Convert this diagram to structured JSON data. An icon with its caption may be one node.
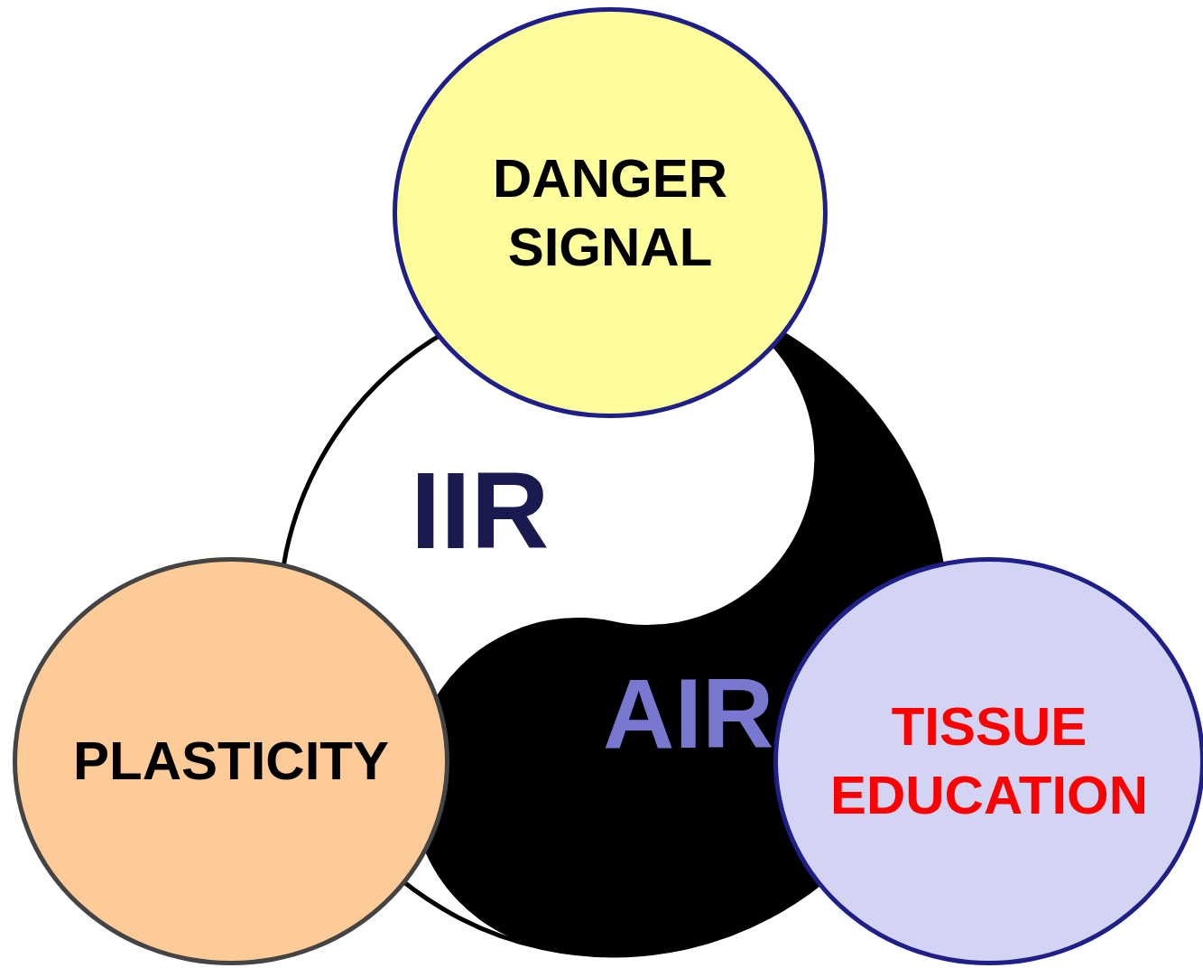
{
  "diagram": {
    "nodes": [
      {
        "text": [
          "DANGER SIGNAL"
        ]
      },
      {
        "text": [
          "PLASTICITY"
        ]
      },
      {
        "text": [
          "TISSUE EDUCATION"
        ]
      }
    ],
    "labels": [
      "IIR",
      "AIR"
    ]
  }
}
